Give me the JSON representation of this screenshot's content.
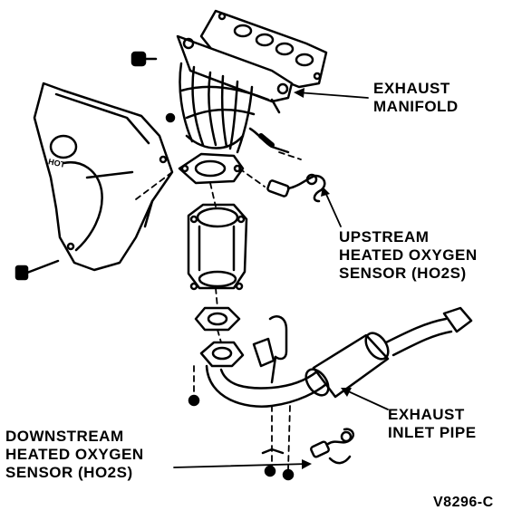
{
  "labels": {
    "exhaust_manifold": [
      "EXHAUST",
      "MANIFOLD"
    ],
    "upstream_sensor": [
      "UPSTREAM",
      "HEATED OXYGEN",
      "SENSOR (HO2S)"
    ],
    "exhaust_inlet_pipe": [
      "EXHAUST",
      "INLET PIPE"
    ],
    "downstream_sensor": [
      "DOWNSTREAM",
      "HEATED OXYGEN",
      "SENSOR (HO2S)"
    ]
  },
  "heat_shield_marking": "HOT",
  "figure_code": "V8296-C",
  "colors": {
    "ink": "#000000",
    "paper": "#ffffff"
  }
}
